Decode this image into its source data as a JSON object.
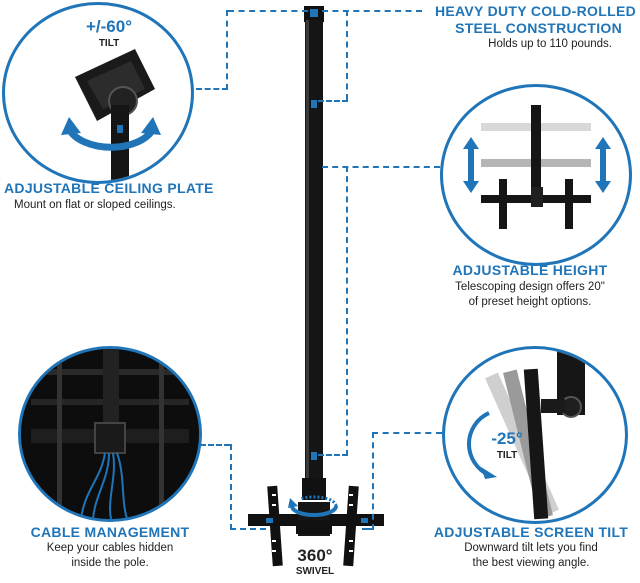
{
  "colors": {
    "accent": "#1f75b8",
    "mount": "#111111",
    "text": "#222222"
  },
  "callouts": {
    "tilt60": {
      "value": "+/-60°",
      "label": "TILT"
    },
    "ceiling_plate": {
      "title": "ADJUSTABLE CEILING PLATE",
      "desc": "Mount on flat or sloped ceilings."
    },
    "steel": {
      "title_line1": "HEAVY DUTY COLD-ROLLED",
      "title_line2": "STEEL CONSTRUCTION",
      "desc": "Holds up to 110 pounds."
    },
    "height": {
      "title": "ADJUSTABLE HEIGHT",
      "desc_line1": "Telescoping design offers 20\"",
      "desc_line2": "of preset height options."
    },
    "cable": {
      "title": "CABLE MANAGEMENT",
      "desc_line1": "Keep your cables hidden",
      "desc_line2": "inside the pole."
    },
    "tilt25": {
      "value": "-25°",
      "label": "TILT"
    },
    "screen_tilt": {
      "title": "ADJUSTABLE SCREEN TILT",
      "desc_line1": "Downward tilt lets you find",
      "desc_line2": "the best viewing angle."
    },
    "swivel": {
      "value": "360°",
      "label": "SWIVEL"
    }
  },
  "icons": [
    "tilt-arrows-icon",
    "up-down-arrows-icon",
    "swivel-arrow-icon",
    "tilt-arc-icon"
  ]
}
